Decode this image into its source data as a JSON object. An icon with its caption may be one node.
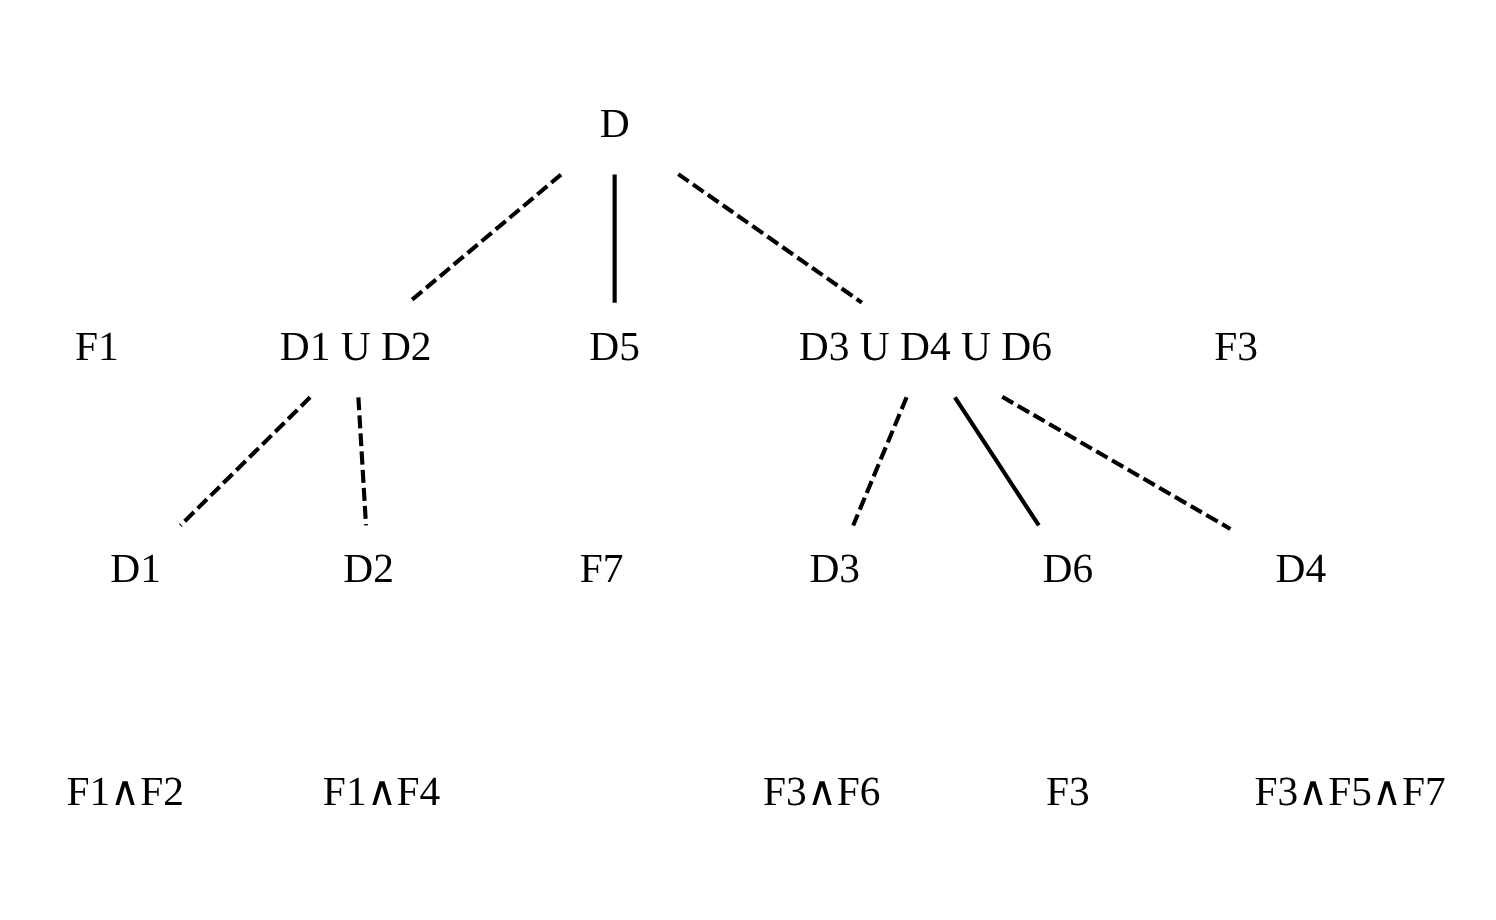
{
  "diagram": {
    "nodes": [
      {
        "text": [
          "D"
        ]
      },
      {
        "text": [
          "D1 U D2"
        ]
      },
      {
        "text": [
          "D5"
        ]
      },
      {
        "text": [
          "D3 U D4 U D6"
        ]
      },
      {
        "text": [
          "D1"
        ]
      },
      {
        "text": [
          "D2"
        ]
      },
      {
        "text": [
          "D3"
        ]
      },
      {
        "text": [
          "D6"
        ]
      },
      {
        "text": [
          "D4"
        ]
      }
    ],
    "edges": [
      {
        "from": 0,
        "to": 1,
        "arrow": "none",
        "style": "dashed"
      },
      {
        "from": 0,
        "to": 2,
        "arrow": "none"
      },
      {
        "from": 0,
        "to": 3,
        "arrow": "none",
        "style": "dashed"
      },
      {
        "from": 1,
        "to": 4,
        "arrow": "none",
        "style": "dashed"
      },
      {
        "from": 1,
        "to": 5,
        "arrow": "none",
        "style": "dashed"
      },
      {
        "from": 3,
        "to": 6,
        "arrow": "none",
        "style": "dashed"
      },
      {
        "from": 3,
        "to": 7,
        "arrow": "none"
      },
      {
        "from": 3,
        "to": 8,
        "arrow": "none",
        "style": "dashed"
      }
    ],
    "labels": [
      "F1",
      "F3",
      "F7",
      "F1∧F2",
      "F1∧F4",
      "F3∧F6",
      "F3",
      "F3∧F5∧F7"
    ]
  }
}
